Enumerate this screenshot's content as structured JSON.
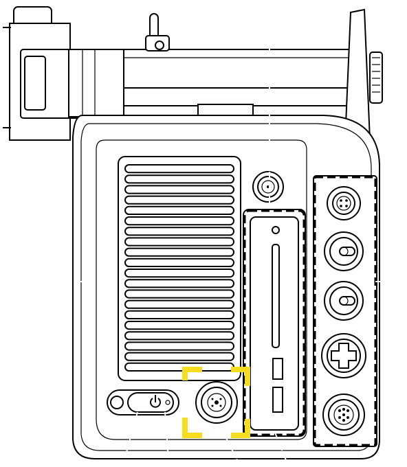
{
  "figure": {
    "kind": "camera-rear-panel-line-drawing",
    "highlight": {
      "target": "connector-port",
      "color": "#f5dc1e",
      "style": "dashed-corner-brackets"
    },
    "icons": [
      "power-icon",
      "connector-port-icon",
      "bnc-connector-icon",
      "multi-pin-connector-icon",
      "ventilation-grille",
      "sd-card-slot",
      "rotary-knob",
      "mounting-screw-icon"
    ],
    "grille_slat_count": 20,
    "colors": {
      "line": "#000000",
      "background": "#ffffff",
      "highlight": "#f5dc1e",
      "dividers": "#ffffff"
    }
  }
}
